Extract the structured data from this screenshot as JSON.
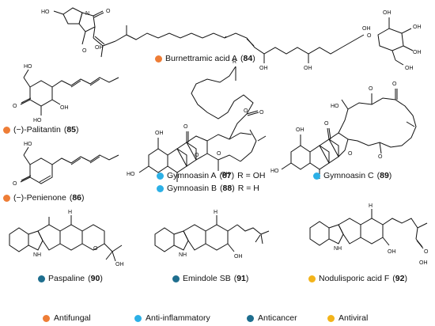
{
  "colors": {
    "antifungal": "#ee7d36",
    "anti_inflammatory": "#2cb0e6",
    "anticancer": "#1e6e8e",
    "antiviral": "#f3b41a"
  },
  "compounds": [
    {
      "id": "burnettramic",
      "name": "Burnettramic acid A",
      "number": "84",
      "activity": "antifungal"
    },
    {
      "id": "palitantin",
      "name": "(−)-Palitantin",
      "number": "85",
      "activity": "antifungal"
    },
    {
      "id": "penienone",
      "name": "(−)-Penienone",
      "number": "86",
      "activity": "antifungal"
    },
    {
      "id": "gymnoasin-a",
      "name": "Gymnoasin A",
      "number": "87",
      "suffix": "R = OH",
      "activity": "anti_inflammatory"
    },
    {
      "id": "gymnoasin-b",
      "name": "Gymnoasin B",
      "number": "88",
      "suffix": "R = H",
      "activity": "anti_inflammatory"
    },
    {
      "id": "gymnoasin-c",
      "name": "Gymnoasin C",
      "number": "89",
      "activity": "anti_inflammatory"
    },
    {
      "id": "paspaline",
      "name": "Paspaline",
      "number": "90",
      "activity": "anticancer"
    },
    {
      "id": "emindole",
      "name": "Emindole SB",
      "number": "91",
      "activity": "anticancer"
    },
    {
      "id": "nodulisporic",
      "name": "Nodulisporic acid F",
      "number": "92",
      "activity": "antiviral"
    }
  ],
  "legend": [
    {
      "key": "antifungal",
      "label": "Antifungal"
    },
    {
      "key": "anti_inflammatory",
      "label": "Anti-inflammatory"
    },
    {
      "key": "anticancer",
      "label": "Anticancer"
    },
    {
      "key": "antiviral",
      "label": "Antiviral"
    }
  ],
  "atoms": {
    "ho": "HO",
    "oh": "OH",
    "o": "O",
    "n": "N",
    "h": "H",
    "r": "R",
    "nh": "N\nH"
  }
}
